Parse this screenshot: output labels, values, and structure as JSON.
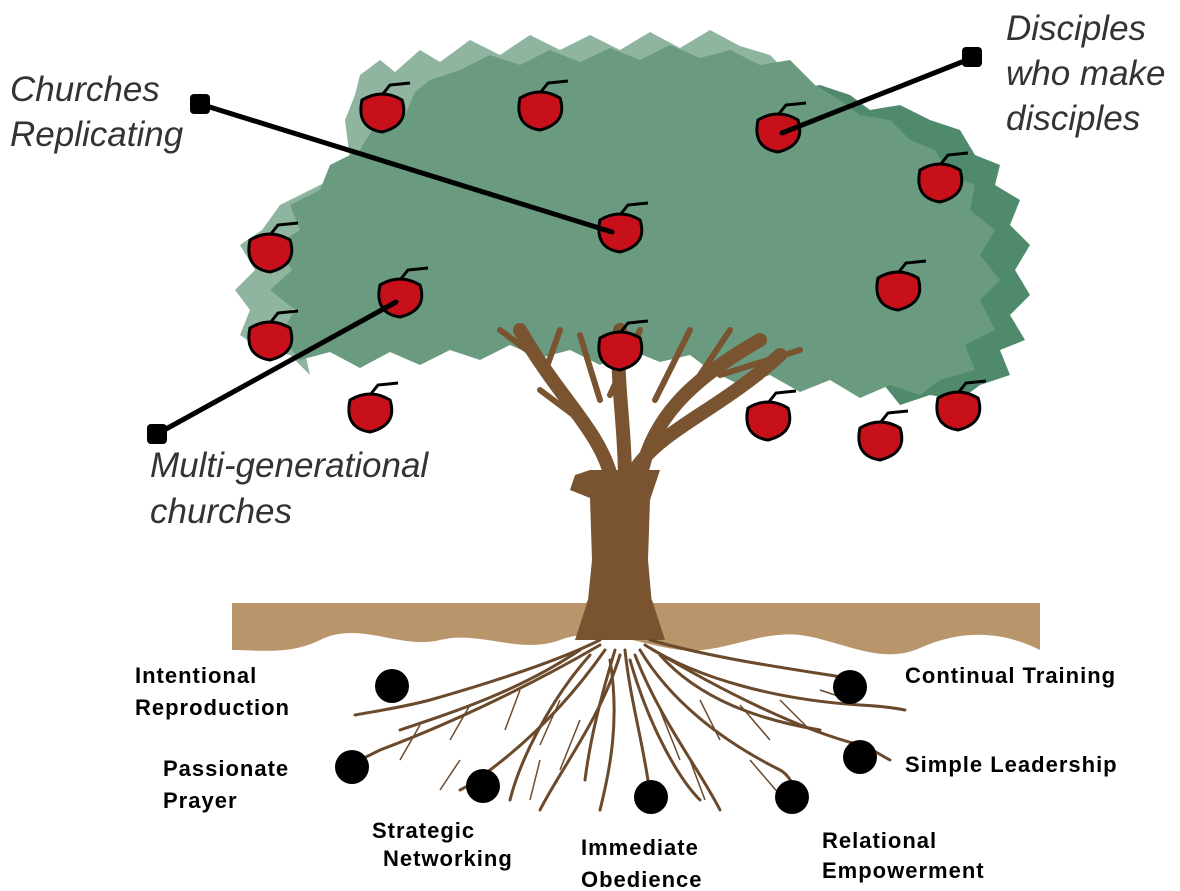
{
  "fruit_labels": {
    "churches_replicating": [
      "Churches",
      "Replicating"
    ],
    "disciples": [
      "Disciples",
      "who make",
      "disciples"
    ],
    "multi_generational": [
      "Multi-generational",
      "churches"
    ]
  },
  "root_labels": {
    "intentional_reproduction": [
      "Intentional",
      "Reproduction"
    ],
    "passionate_prayer": [
      "Passionate",
      "Prayer"
    ],
    "strategic_networking": [
      "Strategic",
      "Networking"
    ],
    "immediate_obedience": [
      "Immediate",
      "Obedience"
    ],
    "relational_empowerment": [
      "Relational",
      "Empowerment"
    ],
    "simple_leadership": [
      "Simple Leadership"
    ],
    "continual_training": [
      "Continual Training"
    ]
  },
  "colors": {
    "canopy_light": "#8fb5a1",
    "canopy_mid": "#6a9b80",
    "canopy_dark": "#4f8a6c",
    "trunk": "#7a5431",
    "roots": "#6b4a2c",
    "ground": "#b8956b",
    "apple": "#c8101a",
    "marker": "#000000"
  }
}
